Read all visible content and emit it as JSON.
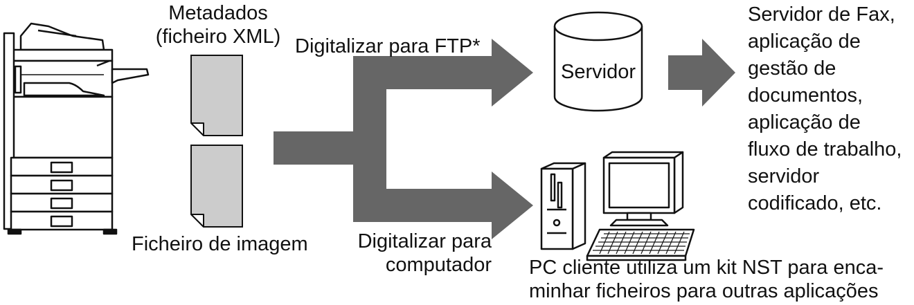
{
  "labels": {
    "metadata_line1": "Metadados",
    "metadata_line2": "(ficheiro XML)",
    "image_file": "Ficheiro de imagem",
    "scan_to_ftp": "Digitalizar para FTP*",
    "server": "Servidor",
    "scan_to_pc_line1": "Digitalizar para",
    "scan_to_pc_line2": "computador",
    "destinations": [
      "Servidor de Fax,",
      "aplicação de",
      "gestão de",
      "documentos,",
      "aplicação de",
      "fluxo de trabalho,",
      "servidor",
      "codificado, etc."
    ],
    "client_pc": [
      "PC cliente utiliza um kit NST para enca-",
      "minhar ficheiros para outras aplicações"
    ]
  },
  "colors": {
    "arrow": "#666666",
    "document_fill": "#cccccc",
    "machine_fill": "#ffffff",
    "stroke": "#111111"
  },
  "icons": [
    "multifunction-printer-icon",
    "xml-document-icon",
    "image-document-icon",
    "server-cylinder-icon",
    "desktop-computer-icon"
  ]
}
